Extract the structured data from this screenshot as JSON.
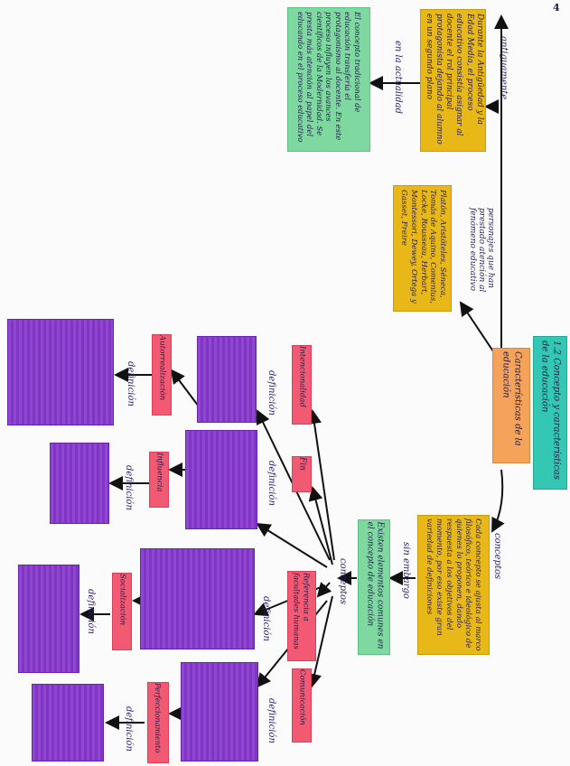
{
  "page_number": "4",
  "center": {
    "title": "Características de la educación"
  },
  "topic": {
    "title": "1.2 Concepto y características de la educación"
  },
  "labels": {
    "antiguamente": "antiguamente",
    "personajes": "personajes que han prestado atención al fenómeno educativo",
    "conceptos": "conceptos",
    "actualidad": "en la actualidad",
    "sin_embargo": "sin embargo",
    "conceptos2": "conceptos",
    "definicion": "definición"
  },
  "boxes": {
    "antiguedad": "Durante la Antigüedad y la Edad Media, el proceso educativo consistía asignar al docente el rol principal protagonista dejando al alumno en un segundo plano",
    "actual": "El concepto tradicional de educación transfería el protagonismo al docente. En este proceso influyen los avances científicos de la Modernidad. Se presta más atención al papel del educando en el proceso educativo",
    "personajes": "Platón, Aristóteles, Séneca, Tomás de Aquino, Comenius, Locke, Rousseau, Herbart, Montessori, Dewey, Ortega y Gasset, Freire",
    "conceptos": "Cada concepto se ajusta al marco filosófico, teórico e ideológico de quienes lo proponen, dando respuesta a los objetivos del momento, por eso existe gran variedad de definiciones",
    "comunes": "Existen elementos comunes en el concepto de educación"
  },
  "elements": [
    "Intencionalidad",
    "Fin",
    "Referencia a facultades humanas",
    "Comunicación",
    "Autorrealización",
    "Influencia",
    "Socialización",
    "Perfeccionamiento"
  ],
  "colors": {
    "yellow": "#e8b818",
    "green": "#7ed8a0",
    "teal": "#34c7b4",
    "orange": "#f5a25a",
    "pink": "#f25a73",
    "purple": "#8a3ad0",
    "ink": "#1f1a4a"
  }
}
